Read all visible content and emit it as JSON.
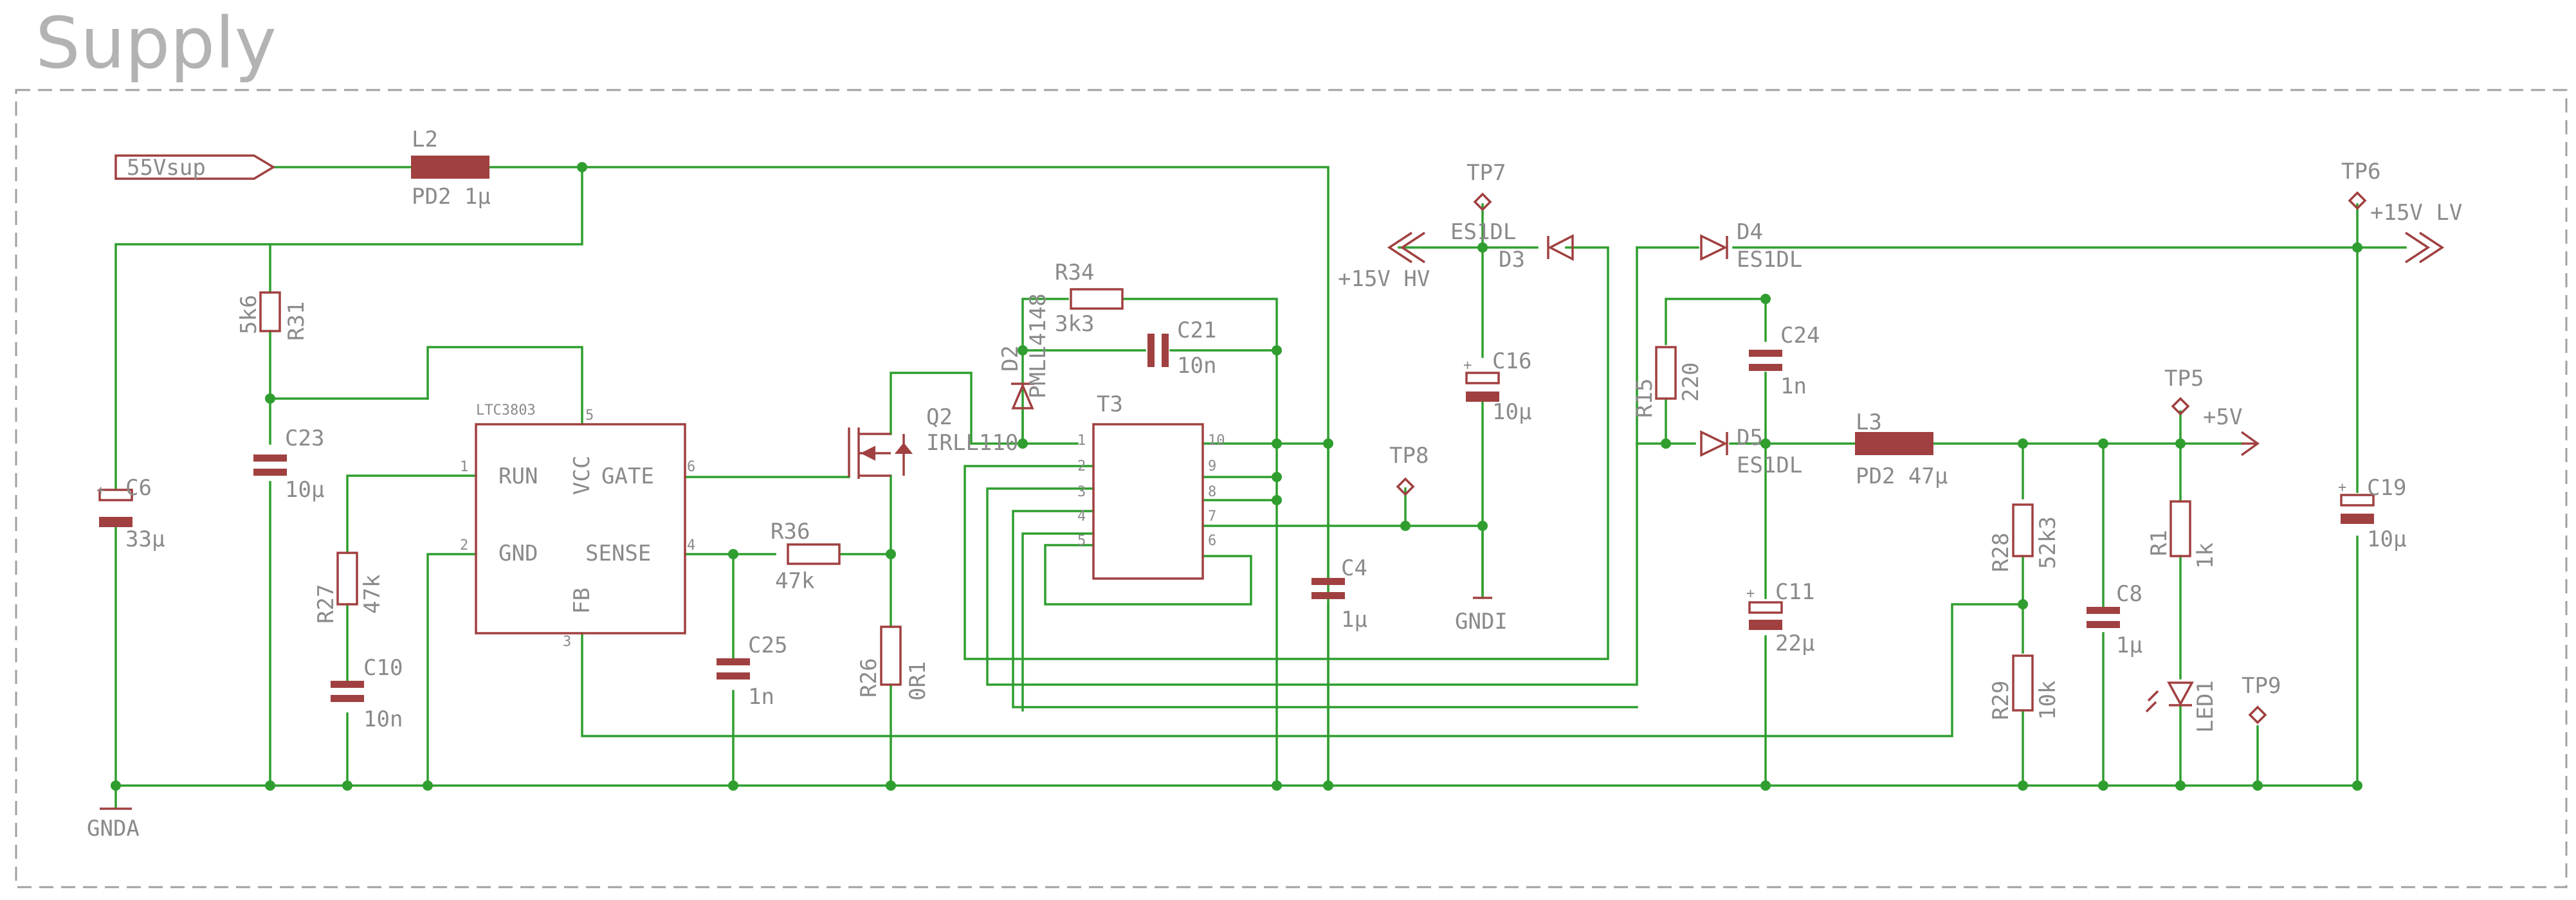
{
  "title": "Supply",
  "nets": {
    "in": "55Vsup",
    "hv": "+15V HV",
    "lv": "+15V LV",
    "v5": "+5V",
    "gnda": "GNDA",
    "gndi": "GNDI"
  },
  "components": {
    "L2": {
      "ref": "L2",
      "value": "PD2 1µ"
    },
    "R31": {
      "ref": "R31",
      "value": "5k6"
    },
    "C6": {
      "ref": "C6",
      "value": "33µ"
    },
    "C23": {
      "ref": "C23",
      "value": "10µ"
    },
    "R27": {
      "ref": "R27",
      "value": "47k"
    },
    "C10": {
      "ref": "C10",
      "value": "10n"
    },
    "U1": {
      "ref": "LTC3803",
      "pins": {
        "run": "RUN",
        "vcc": "VCC",
        "gate": "GATE",
        "gnd": "GND",
        "sense": "SENSE",
        "fb": "FB",
        "p1": "1",
        "p2": "2",
        "p3": "3",
        "p4": "4",
        "p5": "5",
        "p6": "6"
      }
    },
    "C25": {
      "ref": "C25",
      "value": "1n"
    },
    "R36": {
      "ref": "R36",
      "value": "47k"
    },
    "R26": {
      "ref": "R26",
      "value": "0R1"
    },
    "Q2": {
      "ref": "Q2",
      "value": "IRLL110"
    },
    "D2": {
      "ref": "D2",
      "value": "PMLL4148"
    },
    "R34": {
      "ref": "R34",
      "value": "3k3"
    },
    "C21": {
      "ref": "C21",
      "value": "10n"
    },
    "T3": {
      "ref": "T3",
      "pins": [
        "1",
        "2",
        "3",
        "4",
        "5",
        "10",
        "9",
        "8",
        "7",
        "6"
      ]
    },
    "C4": {
      "ref": "C4",
      "value": "1µ"
    },
    "TP8": {
      "ref": "TP8"
    },
    "TP7": {
      "ref": "TP7"
    },
    "D3": {
      "ref": "D3",
      "value": "ES1DL"
    },
    "C16": {
      "ref": "C16",
      "value": "10µ"
    },
    "R15": {
      "ref": "R15",
      "value": "220"
    },
    "D4": {
      "ref": "D4",
      "value": "ES1DL"
    },
    "C24": {
      "ref": "C24",
      "value": "1n"
    },
    "D5": {
      "ref": "D5",
      "value": "ES1DL"
    },
    "C11": {
      "ref": "C11",
      "value": "22µ"
    },
    "L3": {
      "ref": "L3",
      "value": "PD2 47µ"
    },
    "R28": {
      "ref": "R28",
      "value": "52k3"
    },
    "R29": {
      "ref": "R29",
      "value": "10k"
    },
    "C8": {
      "ref": "C8",
      "value": "1µ"
    },
    "TP5": {
      "ref": "TP5"
    },
    "R1": {
      "ref": "R1",
      "value": "1k"
    },
    "LED1": {
      "ref": "LED1"
    },
    "TP9": {
      "ref": "TP9"
    },
    "TP6": {
      "ref": "TP6"
    },
    "C19": {
      "ref": "C19",
      "value": "10µ"
    }
  }
}
